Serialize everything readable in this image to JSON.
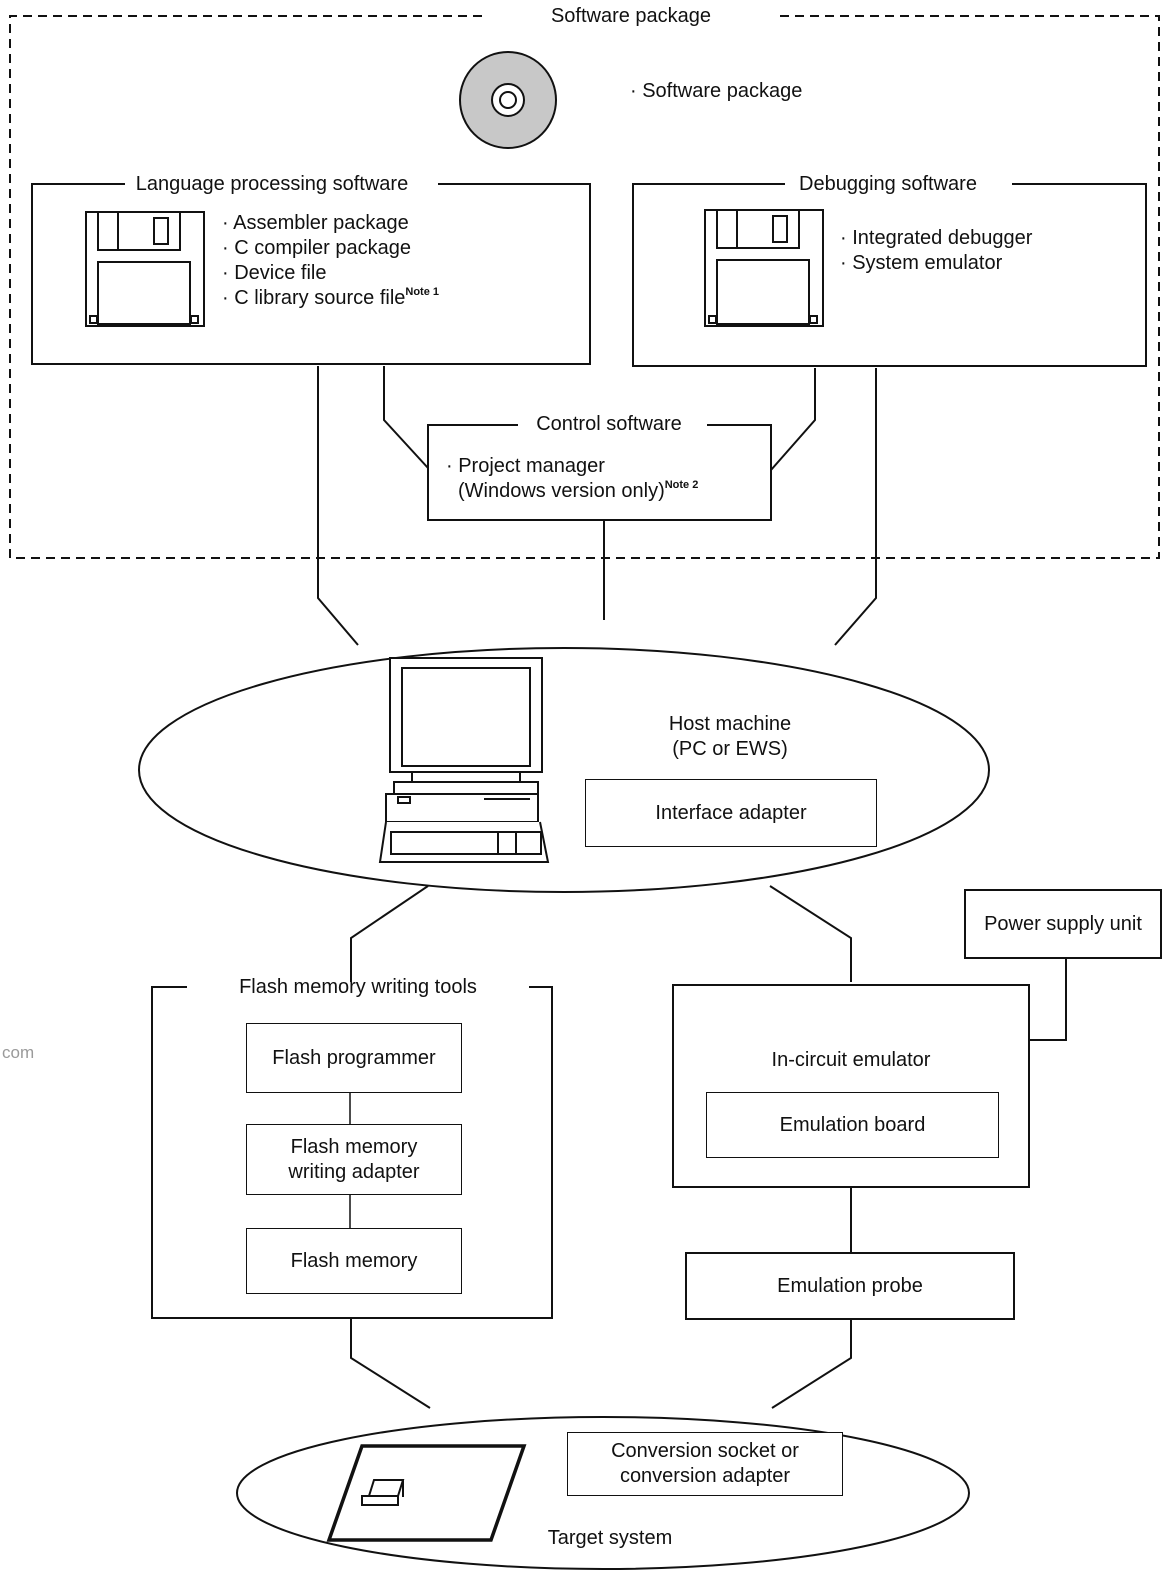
{
  "software_package": {
    "title": "Software package",
    "disc_label": "· Software package",
    "language": {
      "title": "Language processing software",
      "items": [
        "· Assembler package",
        "· C compiler package",
        "· Device file",
        "· C library source file"
      ],
      "note": "Note 1"
    },
    "debugging": {
      "title": "Debugging software",
      "items": [
        "· Integrated debugger",
        "· System emulator"
      ]
    },
    "control": {
      "title": "Control software",
      "line1": "· Project manager",
      "line2": "(Windows version only)",
      "note": "Note 2"
    }
  },
  "host": {
    "line1": "Host machine",
    "line2": "(PC or EWS)",
    "interface_adapter": "Interface adapter"
  },
  "power_supply": "Power supply unit",
  "flash_tools": {
    "title": "Flash memory writing tools",
    "programmer": "Flash programmer",
    "adapter_line1": "Flash memory",
    "adapter_line2": "writing adapter",
    "memory": "Flash memory"
  },
  "ice": {
    "title": "In-circuit emulator",
    "board": "Emulation board"
  },
  "probe": "Emulation probe",
  "target": {
    "socket_line1": "Conversion socket or",
    "socket_line2": "conversion adapter",
    "title": "Target system"
  },
  "watermark": "com",
  "icons": [
    "cd-disc-icon",
    "floppy-disk-icon",
    "computer-icon",
    "chip-icon"
  ],
  "colors": {
    "line": "#111111",
    "disc_fill": "#c8c8c8",
    "watermark": "#9a9a9a"
  }
}
